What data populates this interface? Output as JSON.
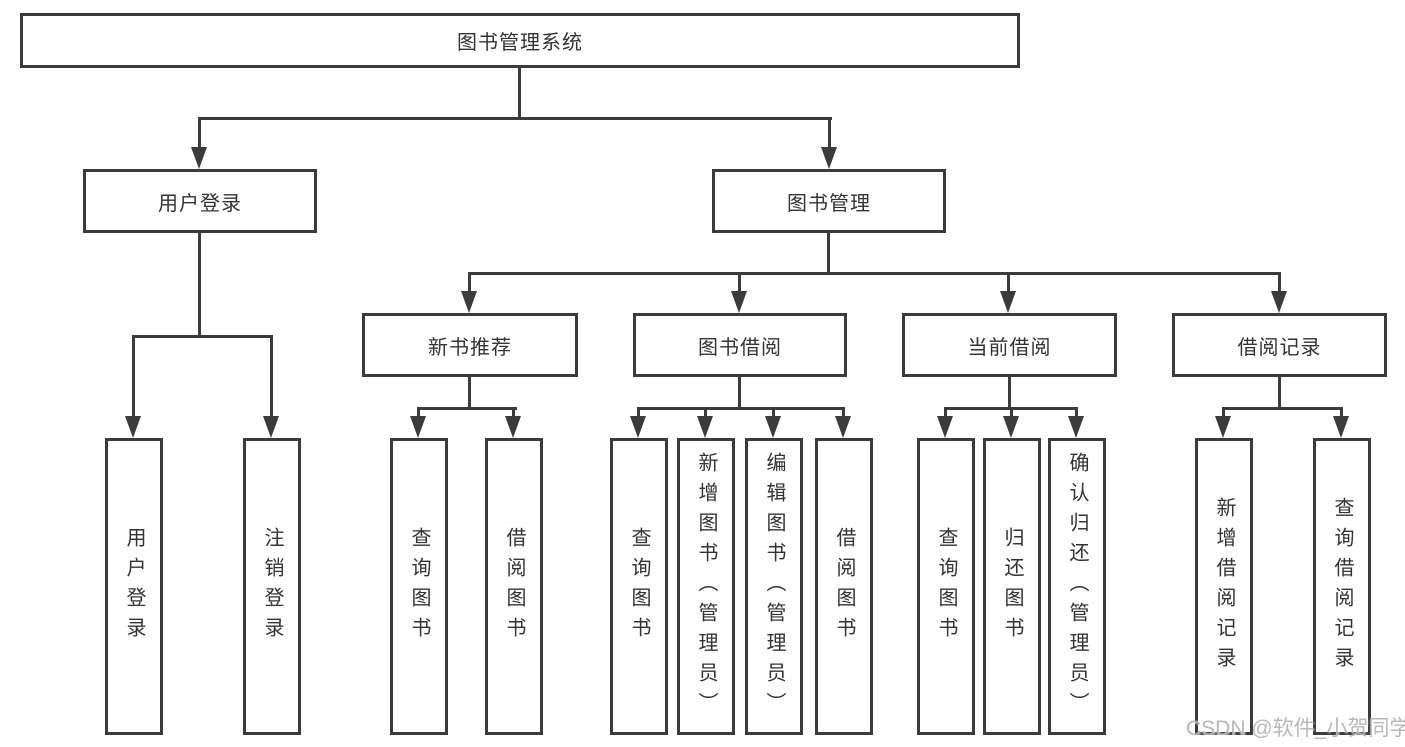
{
  "tree": {
    "root": "图书管理系统",
    "children": [
      {
        "label": "用户登录",
        "children": [
          "用户登录",
          "注销登录"
        ]
      },
      {
        "label": "图书管理",
        "children": [
          {
            "label": "新书推荐",
            "children": [
              "查询图书",
              "借阅图书"
            ]
          },
          {
            "label": "图书借阅",
            "children": [
              "查询图书",
              "新增图书（管理员）",
              "编辑图书（管理员）",
              "借阅图书"
            ]
          },
          {
            "label": "当前借阅",
            "children": [
              "查询图书",
              "归还图书",
              "确认归还（管理员）"
            ]
          },
          {
            "label": "借阅记录",
            "children": [
              "新增借阅记录",
              "查询借阅记录"
            ]
          }
        ]
      }
    ]
  },
  "watermark": {
    "text": "CSDN @软件_小贺同学"
  },
  "colors": {
    "line": "#3b3b3b",
    "box_border": "#3b3b3b",
    "text": "#333333",
    "watermark": "#b2b2b2",
    "background": "#ffffff"
  }
}
